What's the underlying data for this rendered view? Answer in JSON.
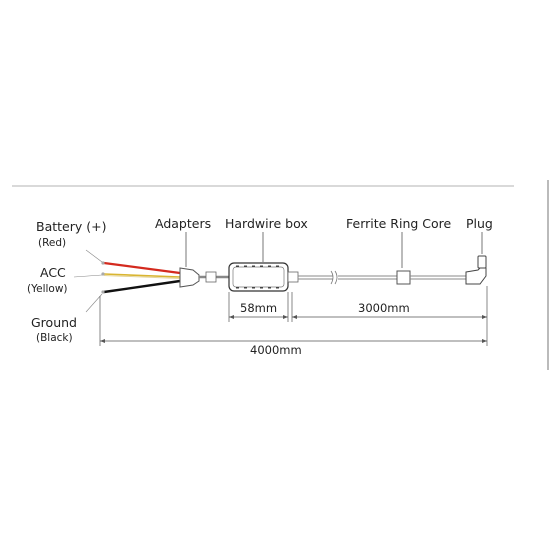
{
  "labels": {
    "battery": "Battery (+)",
    "battery_color": "(Red)",
    "acc": "ACC",
    "acc_color": "(Yellow)",
    "ground": "Ground",
    "ground_color": "(Black)",
    "adapters": "Adapters",
    "hardwire_box": "Hardwire box",
    "ferrite": "Ferrite Ring Core",
    "plug": "Plug"
  },
  "dimensions": {
    "box_width": "58mm",
    "cable_length": "3000mm",
    "total_length": "4000mm"
  },
  "colors": {
    "battery_wire": "#d42a1e",
    "acc_wire": "#d9b531",
    "ground_wire": "#111111",
    "cable": "#888888"
  }
}
